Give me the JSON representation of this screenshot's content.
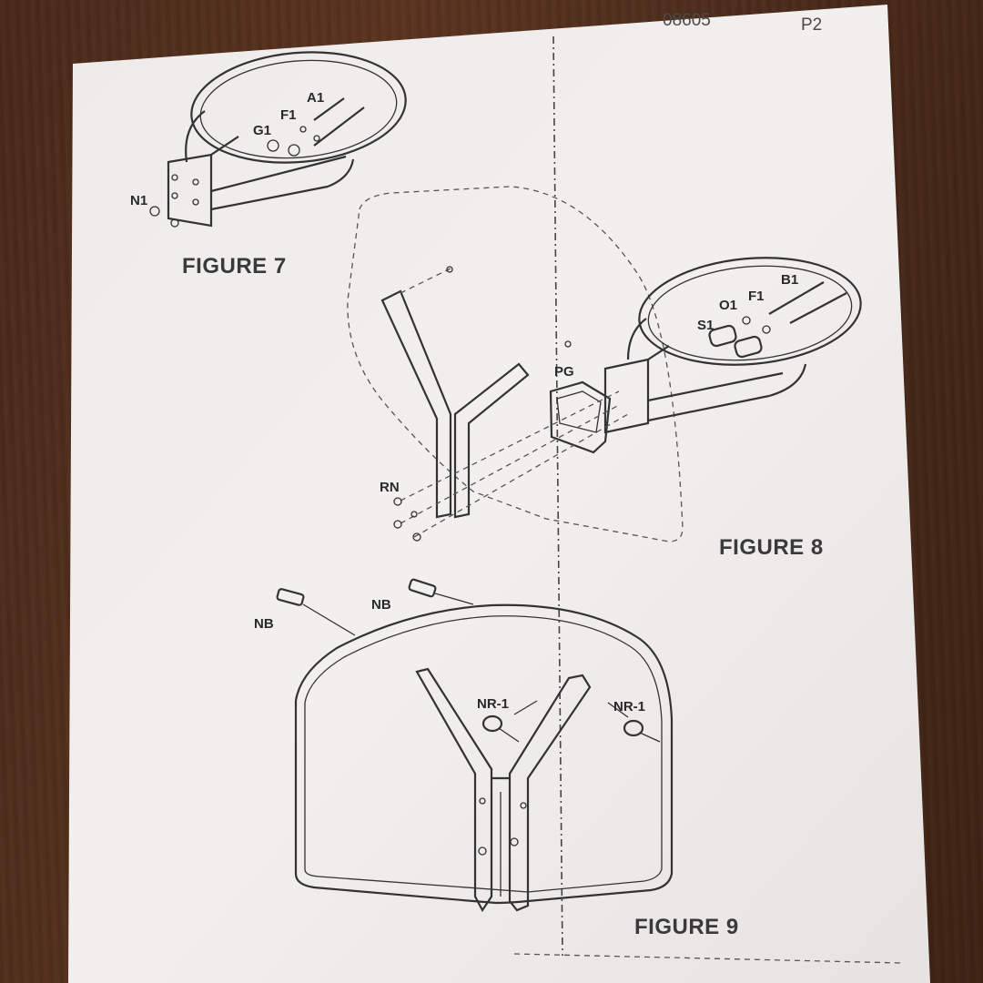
{
  "header": {
    "doc_number": "08605",
    "page": "P2"
  },
  "figure7": {
    "title": "FIGURE 7",
    "parts": {
      "g1": "G1",
      "f1": "F1",
      "a1": "A1",
      "n1": "N1"
    }
  },
  "figure8": {
    "title": "FIGURE 8",
    "parts": {
      "s1": "S1",
      "o1": "O1",
      "f1": "F1",
      "b1": "B1",
      "pg": "PG",
      "rn": "RN"
    }
  },
  "figure9": {
    "title": "FIGURE 9",
    "parts": {
      "nb_left": "NB",
      "nb_right": "NB",
      "nr1_left": "NR-1",
      "nr1_right": "NR-1"
    }
  }
}
